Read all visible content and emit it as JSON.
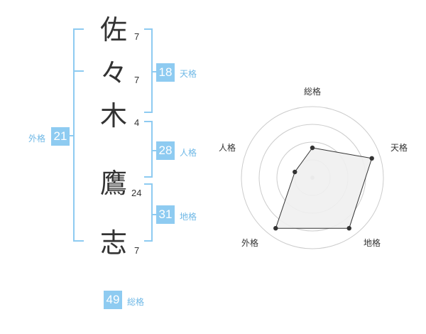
{
  "name": {
    "characters": [
      {
        "char": "佐",
        "strokes": "7"
      },
      {
        "char": "々",
        "strokes": "7"
      },
      {
        "char": "木",
        "strokes": "4"
      },
      {
        "char": "鷹",
        "strokes": "24"
      },
      {
        "char": "志",
        "strokes": "7"
      }
    ]
  },
  "scores": {
    "tenkaku": {
      "value": "18",
      "label": "天格"
    },
    "jinkaku": {
      "value": "28",
      "label": "人格"
    },
    "chikaku": {
      "value": "31",
      "label": "地格"
    },
    "gaikaku": {
      "value": "21",
      "label": "外格"
    },
    "soukaku": {
      "value": "49",
      "label": "総格"
    }
  },
  "radar": {
    "axes": [
      "総格",
      "天格",
      "地格",
      "外格",
      "人格"
    ],
    "levels": 4,
    "values": [
      0.42,
      0.88,
      0.88,
      0.88,
      0.26
    ]
  },
  "colors": {
    "bracket": "#8ecbf1",
    "badge": "#8ecbf1",
    "caption": "#6fb8e6",
    "radar_ring": "#cccccc",
    "radar_fill": "#f0f0f0",
    "radar_line": "#333333",
    "radar_center": "#bbbbbb"
  }
}
